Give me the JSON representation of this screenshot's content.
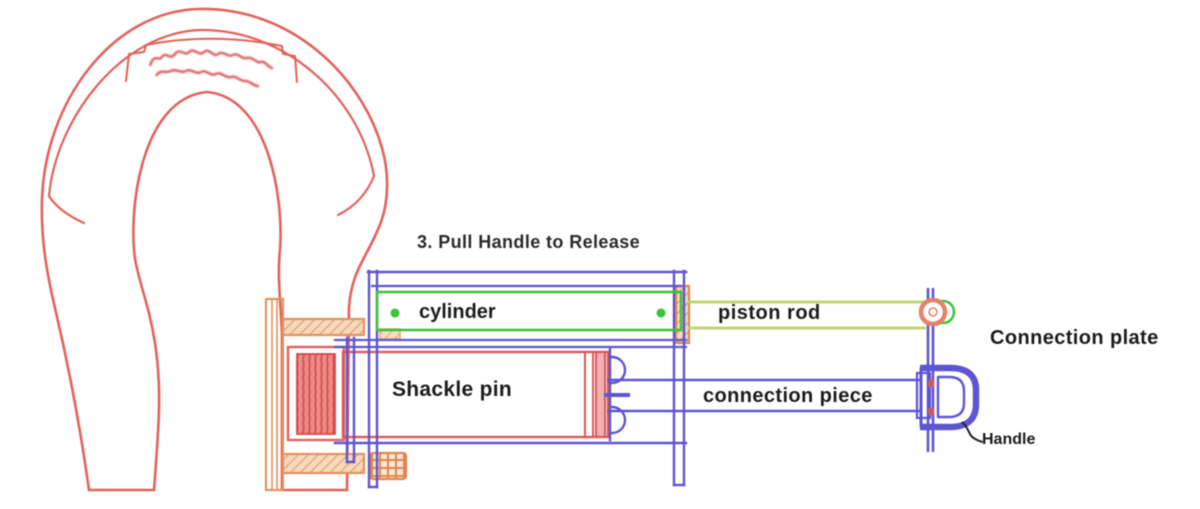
{
  "diagram": {
    "annotation": "3. Pull Handle to Release",
    "parts": {
      "cylinder": "cylinder",
      "piston_rod": "piston rod",
      "shackle_pin": "Shackle pin",
      "connection_piece": "connection piece",
      "connection_plate": "Connection plate",
      "handle": "Handle"
    },
    "colors": {
      "shackle_red": "#e2625a",
      "bracket_orange": "#e0945c",
      "pin_hatch_red": "#e06060",
      "frame_blue": "#5d55d2",
      "cylinder_green": "#3cc43c",
      "piston_rod_olive": "#bdd36a",
      "label_black": "#1b1b1b"
    }
  }
}
